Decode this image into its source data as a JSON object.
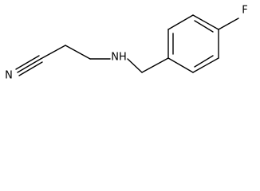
{
  "molecule": {
    "atoms": {
      "nitrile_n": "N",
      "amine_nh": "NH",
      "fluorine": "F"
    }
  }
}
